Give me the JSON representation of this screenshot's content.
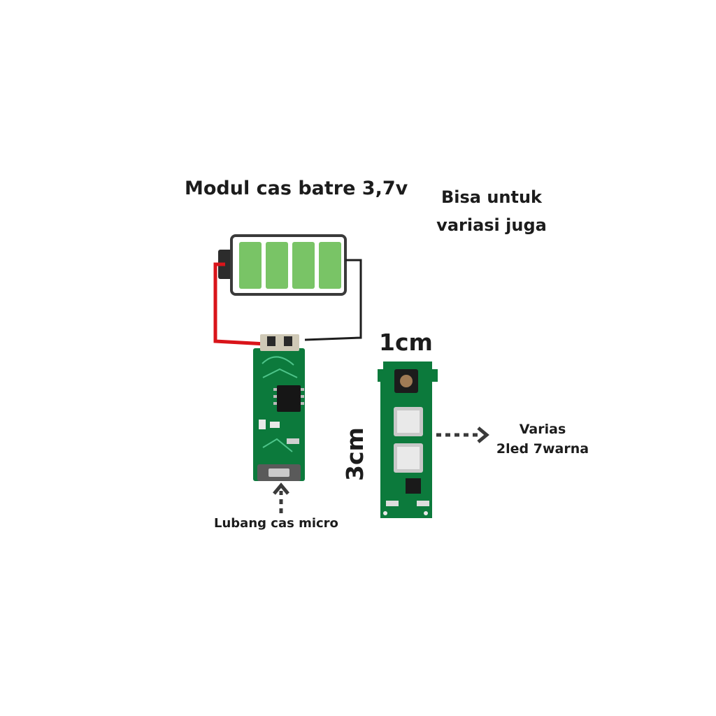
{
  "title": "Modul cas batre 3,7v",
  "side_note": {
    "line1": "Bisa untuk",
    "line2": "variasi juga"
  },
  "width_label": "1cm",
  "height_label": "3cm",
  "led_note": {
    "line1": "Varias",
    "line2": "2led 7warna"
  },
  "port_note": "Lubang cas micro",
  "colors": {
    "battery_fill": "#79c466",
    "battery_outline": "#3a3a3a",
    "wire_red": "#d9141a",
    "wire_black": "#1e1e1e",
    "pcb_green": "#0c7a3c"
  },
  "icons": [
    "battery-icon",
    "dotted-arrow-right-icon",
    "dotted-arrow-up-icon"
  ]
}
